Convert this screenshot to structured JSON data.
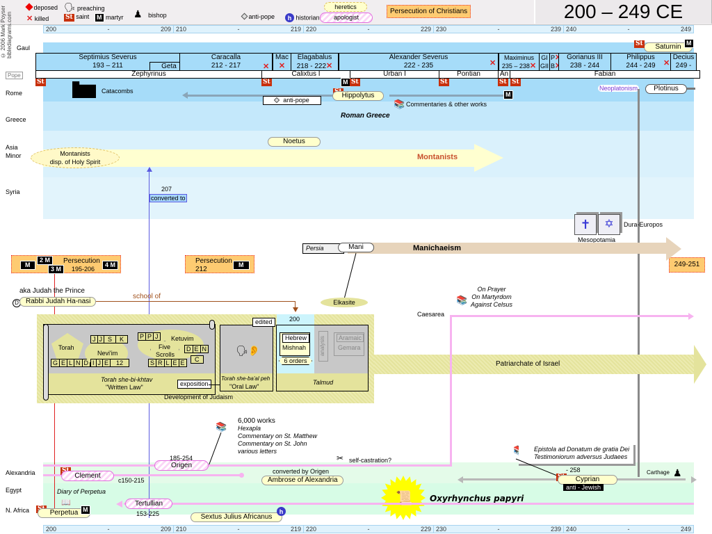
{
  "title": "200 – 249 CE",
  "copyright": "© 2006 Mark Poyser biblediagrams.com",
  "legend": {
    "deposed": "deposed",
    "killed": "killed",
    "preaching": "preaching",
    "saint": "saint",
    "martyr": "martyr",
    "bishop": "bishop",
    "anti_pope": "anti-pope",
    "historian": "historian",
    "heretics": "heretics",
    "apologist": "apologist",
    "persecution": "Persecution of Christians",
    "st_badge": "St",
    "m_badge": "M",
    "h_badge": "h"
  },
  "timeaxis": [
    {
      "start": "200",
      "mid": "-",
      "end": "209"
    },
    {
      "start": "210",
      "mid": "-",
      "end": "219"
    },
    {
      "start": "220",
      "mid": "-",
      "end": "229"
    },
    {
      "start": "230",
      "mid": "-",
      "end": "239"
    },
    {
      "start": "240",
      "mid": "-",
      "end": "249"
    }
  ],
  "regions": {
    "gaul": "Gaul",
    "pope": "Pope",
    "rome": "Rome",
    "greece": "Greece",
    "asia_minor_1": "Asia",
    "asia_minor_2": "Minor",
    "syria": "Syria",
    "alexandria": "Alexandria",
    "egypt": "Egypt",
    "n_africa": "N. Africa",
    "caesarea": "Caesarea",
    "carthage": "Carthage",
    "mesopotamia": "Mesopotamia",
    "dura_europos": "Dura-Europos",
    "persia": "Persia"
  },
  "emperors": [
    {
      "name": "Septimius Severus",
      "years": "193 – 211"
    },
    {
      "name": "Geta",
      "years": ""
    },
    {
      "name": "Caracalla",
      "years": "212 - 217"
    },
    {
      "name": "Mac",
      "years": ""
    },
    {
      "name": "Elagabalus",
      "years": "218 - 222"
    },
    {
      "name": "Alexander Severus",
      "years": "222 - 235"
    },
    {
      "name": "Maximinus",
      "years": "235 – 238"
    },
    {
      "name": "GI",
      "years": "GII"
    },
    {
      "name": "P",
      "years": "B"
    },
    {
      "name": "Gorianus III",
      "years": "238 - 244"
    },
    {
      "name": "Philippus",
      "years": "244 - 249"
    },
    {
      "name": "Decius",
      "years": "249 -"
    }
  ],
  "popes": [
    "Zephyrinus",
    "Calixtus I",
    "Urban I",
    "Pontian",
    "An",
    "Fabian"
  ],
  "gaul": {
    "saturnin": "Saturnin"
  },
  "rome": {
    "catacombs": "Catacombs",
    "anti_pope": "anti-pope",
    "hippolytus": "Hippolytus",
    "commentaries": "Commentaries & other works",
    "neoplatonism": "Neoplatonism",
    "plotinus": "Plotinus"
  },
  "greece": {
    "roman_greece": "Roman Greece"
  },
  "asia_minor": {
    "noetus": "Noetus",
    "montanists_1": "Montanists",
    "montanists_2": "disp. of Holy Spirit",
    "montanists_arrow": "Montanists"
  },
  "syria": {
    "year": "207",
    "converted_to": "converted to"
  },
  "persecutions": [
    {
      "label": "Persecution",
      "years": "195-206",
      "martyrs": [
        "M",
        "2 M",
        "3 M",
        "4 M"
      ]
    },
    {
      "label": "Persecution",
      "years": "212",
      "martyrs": [
        "M"
      ]
    },
    {
      "label": "",
      "years": "249-251",
      "martyrs": []
    }
  ],
  "manichaeism": {
    "mani": "Mani",
    "label": "Manichaeism",
    "elkasite": "Elkasite"
  },
  "judaism": {
    "aka": "aka Judah the Prince",
    "rabbi": "Rabbi Judah Ha-nasi",
    "school_of": "school of",
    "year_200": "200",
    "torah": "Torah",
    "torah_cells": [
      "G",
      "E",
      "L",
      "N",
      "D"
    ],
    "neviim": "Nevi'im",
    "neviim_top": [
      "J",
      "J",
      "S",
      "K"
    ],
    "neviim_bottom": [
      "I",
      "J",
      "E",
      "12"
    ],
    "ketuvim": "Ketuvim",
    "ketuvim_top": [
      "P",
      "P",
      "J"
    ],
    "five_scrolls_1": "Five",
    "five_scrolls_2": "Scrolls",
    "five_scrolls_cells": [
      "S",
      "R",
      "L",
      "E",
      "E"
    ],
    "ketuvim_den": [
      "D",
      "E",
      "N"
    ],
    "ketuvim_c": "C",
    "written_law_1": "Torah she-bi-khtav",
    "written_law_2": "\"Written Law\"",
    "exposition": "exposition",
    "oral_law_1": "Torah she-ba'al peh",
    "oral_law_2": "\"Oral Law\"",
    "edited": "edited",
    "hebrew": "Hebrew",
    "mishnah": "Mishnah",
    "six_orders": "6 orders",
    "analysis": "analysis",
    "aramaic": "Aramaic",
    "gemara": "Gemara",
    "talmud": "Talmud",
    "development": "Development of Judaism",
    "patriarchate": "Patriarchate of Israel"
  },
  "origen": {
    "works_title": "6,000 works",
    "works": [
      "Hexapla",
      "Commentary on St. Matthew",
      "Commentary on St. John",
      "various letters"
    ],
    "years": "185-254",
    "name": "Origen",
    "self_castration": "self-castration?",
    "caesarea_works": [
      "On Prayer",
      "On Martyrdom",
      "Against Celsus"
    ]
  },
  "alexandria": {
    "clement": "Clement",
    "clement_years": "c150-215",
    "converted_by": "converted by Origen",
    "ambrose": "Ambrose of Alexandria"
  },
  "egypt": {
    "oxyrhynchus": "Oxyrhynchus papyri"
  },
  "africa": {
    "diary": "Diary of Perpetua",
    "perpetua": "Perpetua",
    "tertullian": "Tertullian",
    "tertullian_years": "153-225",
    "sextus": "Sextus Julius Africanus",
    "cyprian": "Cyprian",
    "cyprian_years": "- 258",
    "anti_jewish": "anti - Jewish",
    "cyprian_works": [
      "Epistola ad Donatum de gratia Dei",
      "Testimoniorum adversus Judaees"
    ]
  },
  "colors": {
    "rome_band": "#a6dcf9",
    "greece_band": "#c4e8fb",
    "asia_band": "#daf1fc",
    "africa_band": "#d7fce6",
    "persecution": "#fecb71",
    "saint": "#c8300c",
    "pink_line": "#f7b3f0",
    "judaism": "#e4e39c"
  }
}
